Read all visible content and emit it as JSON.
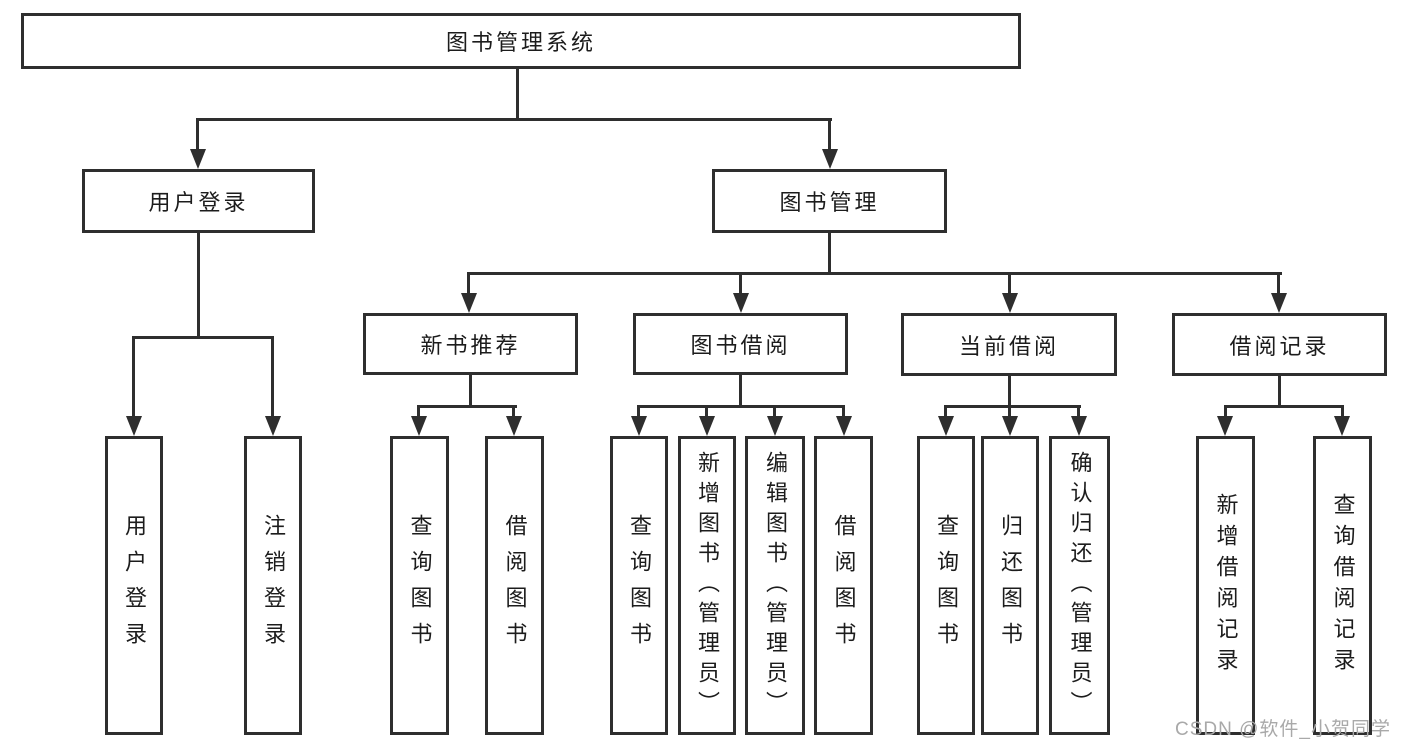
{
  "diagram": {
    "root": "图书管理系统",
    "level2": {
      "user_login": "用户登录",
      "book_mgmt": "图书管理"
    },
    "level3": {
      "new_book_rec": "新书推荐",
      "book_borrow": "图书借阅",
      "current_borrow": "当前借阅",
      "borrow_records": "借阅记录"
    },
    "leaves": {
      "ul_login": "用户登录",
      "ul_logout": "注销登录",
      "nbr_query": "查询图书",
      "nbr_borrow": "借阅图书",
      "bb_query": "查询图书",
      "bb_add": "新增图书（管理员）",
      "bb_edit": "编辑图书（管理员）",
      "bb_borrow": "借阅图书",
      "cb_query": "查询图书",
      "cb_return": "归还图书",
      "cb_confirm": "确认归还（管理员）",
      "br_add": "新增借阅记录",
      "br_query": "查询借阅记录"
    },
    "colors": {
      "line": "#2e2e2e",
      "text": "#1c1c1c",
      "background": "#ffffff",
      "watermark": "#a9a9a9"
    }
  },
  "watermark": "CSDN @软件_小贺同学"
}
